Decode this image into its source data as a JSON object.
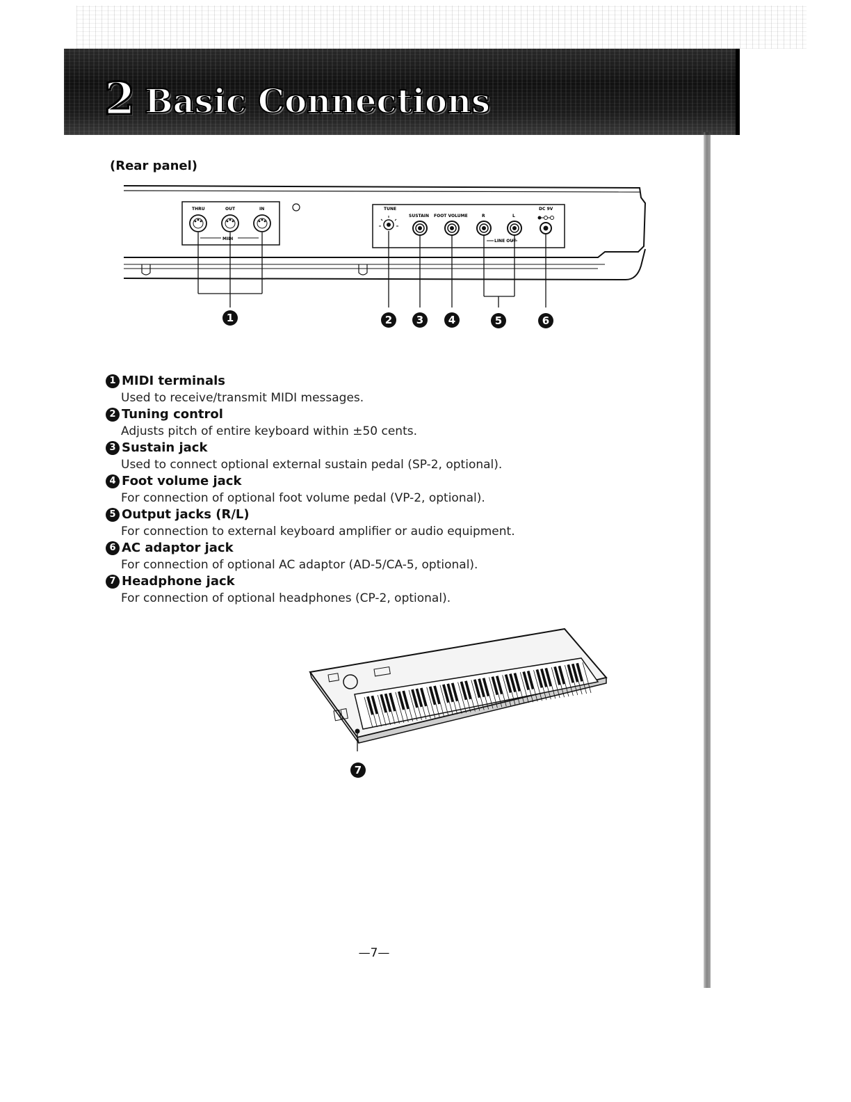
{
  "header": {
    "section_number": "2",
    "title": "Basic Connections"
  },
  "rear_panel": {
    "label": "(Rear panel)",
    "midi_jack_labels": [
      "THRU",
      "OUT",
      "IN"
    ],
    "midi_group_label": "MIDI",
    "tune_label": "TUNE",
    "sustain_label": "SUSTAIN",
    "foot_volume_label": "FOOT VOLUME",
    "line_out_r": "R",
    "line_out_l": "L",
    "line_out_label": "LINE OUT",
    "dc_label": "DC 9V",
    "callouts": [
      "1",
      "2",
      "3",
      "4",
      "5",
      "6"
    ]
  },
  "items": [
    {
      "num": "1",
      "title": "MIDI terminals",
      "desc": "Used to receive/transmit MIDI messages."
    },
    {
      "num": "2",
      "title": "Tuning control",
      "desc": "Adjusts pitch of entire keyboard within ±50 cents."
    },
    {
      "num": "3",
      "title": "Sustain jack",
      "desc": "Used to connect optional external sustain pedal (SP-2, optional)."
    },
    {
      "num": "4",
      "title": "Foot volume jack",
      "desc": "For connection of optional foot volume pedal (VP-2, optional)."
    },
    {
      "num": "5",
      "title": "Output jacks (R/L)",
      "desc": "For connection to external keyboard amplifier or audio equipment."
    },
    {
      "num": "6",
      "title": "AC adaptor jack",
      "desc": "For connection of optional AC adaptor (AD-5/CA-5, optional)."
    },
    {
      "num": "7",
      "title": "Headphone jack",
      "desc": "For connection of optional headphones (CP-2, optional)."
    }
  ],
  "keyboard_callout": "7",
  "page_number": "—7—"
}
